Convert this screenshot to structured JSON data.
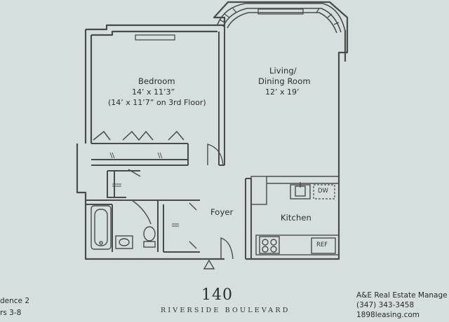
{
  "rooms": {
    "bedroom": {
      "title": "Bedroom",
      "dim1": "14’ x 11’3”",
      "dim2": "(14’ x 11’7” on 3rd Floor)"
    },
    "living": {
      "title1": "Living/",
      "title2": "Dining Room",
      "dim": "12’ x 19’"
    },
    "foyer": "Foyer",
    "kitchen": "Kitchen"
  },
  "appliances": {
    "dishwasher": "DW",
    "refrigerator": "REF"
  },
  "branding": {
    "number": "140",
    "street": "RIVERSIDE BOULEVARD"
  },
  "left_info": {
    "line1": "dence 2",
    "line2": "rs 3-8"
  },
  "right_info": {
    "company": "A&E Real Estate Manage",
    "phone": "(347) 343-3458",
    "website": "1898leasing.com"
  },
  "colors": {
    "background": "#d6dfdf",
    "walls": "#4a4a4a",
    "text": "#2d2d2d"
  }
}
